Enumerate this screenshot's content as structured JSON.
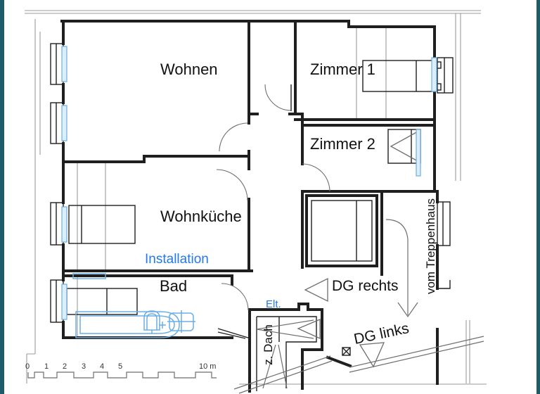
{
  "plan": {
    "rooms": [
      {
        "id": "wohnen",
        "label": "Wohnen"
      },
      {
        "id": "zimmer1",
        "label": "Zimmer 1"
      },
      {
        "id": "zimmer2",
        "label": "Zimmer 2"
      },
      {
        "id": "wohnkueche",
        "label": "Wohnküche"
      },
      {
        "id": "bad",
        "label": "Bad"
      }
    ],
    "annotations": {
      "installation": "Installation",
      "elt": "Elt.",
      "dg_rechts": "DG rechts",
      "dg_links": "DG links",
      "vom_treppenhaus": "vom Treppenhaus",
      "z_dach": "z. Dach"
    },
    "scale_bar": {
      "ticks": [
        "0",
        "1",
        "2",
        "3",
        "4",
        "5"
      ],
      "end_label": "10 m"
    },
    "colors": {
      "frame_teal": "#1e5b68",
      "wall_black": "#1f1f1f",
      "roofline_gray": "#9a9a9a",
      "detail_gray": "#6e6e6e",
      "fixture_blue": "#6aaee6",
      "glazing_fill": "#ddeefb",
      "annotation_blue": "#2478f0",
      "text_black": "#111111",
      "background": "#ffffff"
    }
  }
}
